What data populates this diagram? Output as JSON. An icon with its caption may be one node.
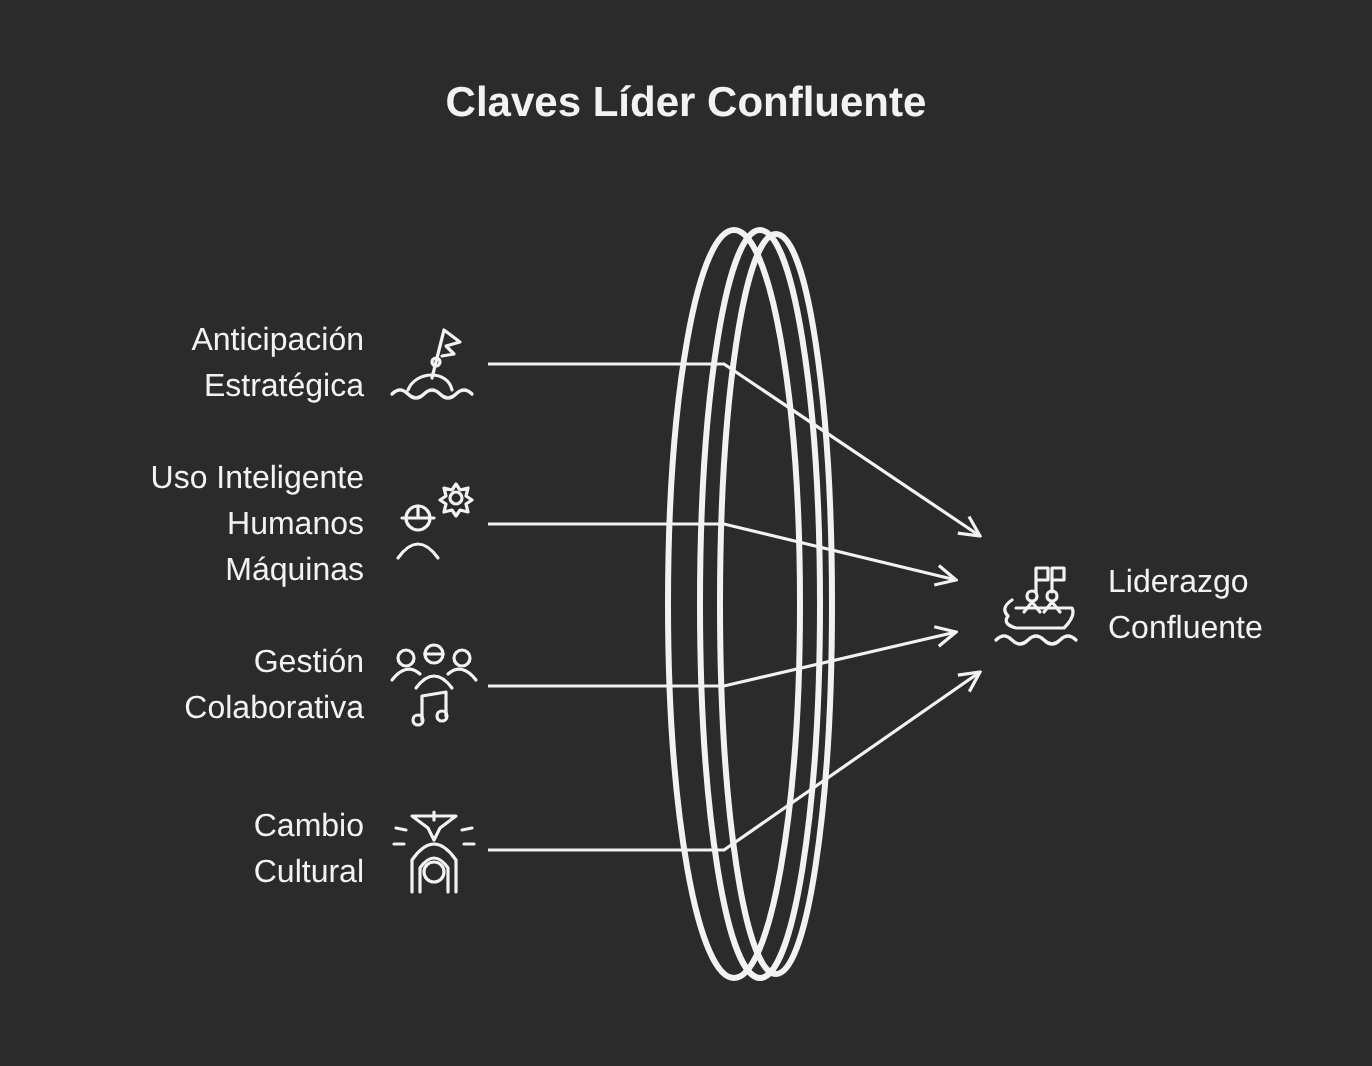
{
  "diagram": {
    "title": "Claves Líder Confluente",
    "nodes": [
      {
        "text": [
          "Anticipación Estratégica"
        ]
      },
      {
        "text": [
          "Uso Inteligente Humanos Máquinas"
        ]
      },
      {
        "text": [
          "Gestión Colaborativa"
        ]
      },
      {
        "text": [
          "Cambio Cultural"
        ]
      },
      {
        "text": [
          "Liderazgo Confluente"
        ]
      }
    ],
    "edges": [
      {
        "from": 0,
        "to": 4,
        "arrow": "to"
      },
      {
        "from": 1,
        "to": 4,
        "arrow": "to"
      },
      {
        "from": 2,
        "to": 4,
        "arrow": "to"
      },
      {
        "from": 3,
        "to": 4,
        "arrow": "to"
      }
    ]
  }
}
